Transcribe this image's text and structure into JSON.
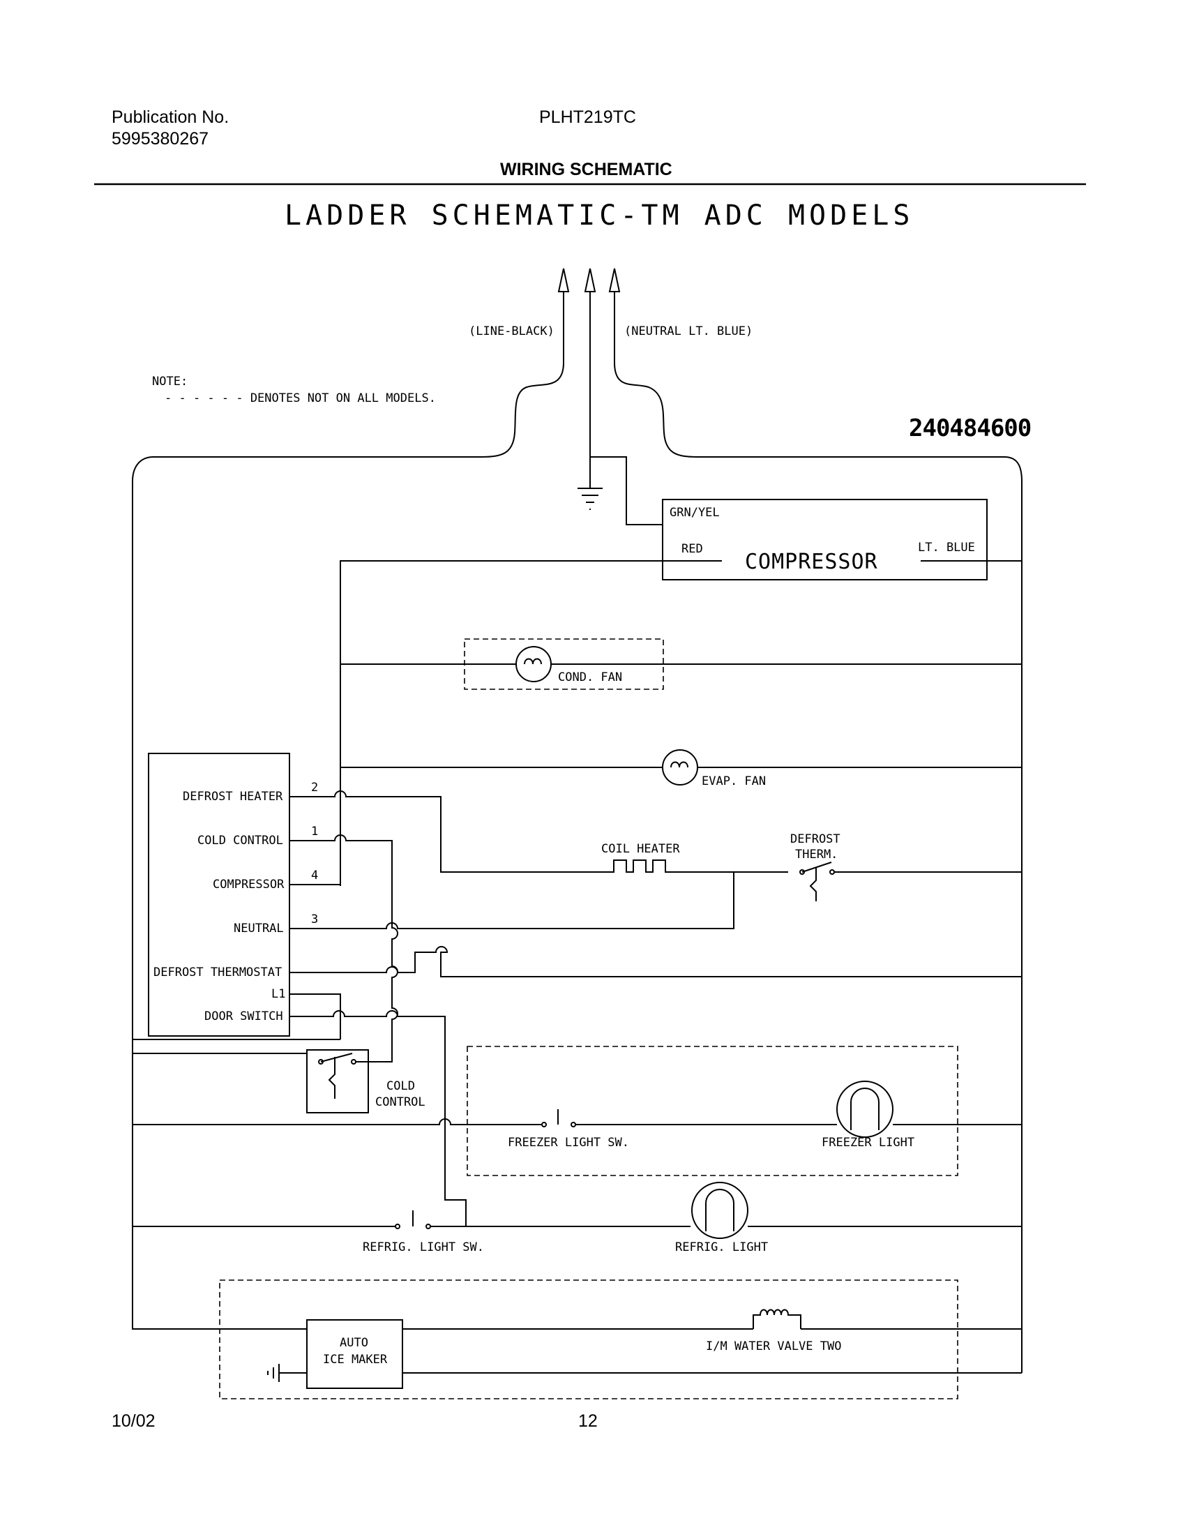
{
  "header": {
    "publication_label": "Publication No.",
    "publication_number": "5995380267",
    "model": "PLHT219TC",
    "section": "WIRING SCHEMATIC"
  },
  "diagram": {
    "title": "LADDER SCHEMATIC-TM ADC MODELS",
    "part_number": "240484600",
    "note_label": "NOTE:",
    "note_text": "- - - - - - DENOTES NOT ON ALL MODELS.",
    "line_label": "(LINE-BLACK)",
    "neutral_label": "(NEUTRAL LT. BLUE)",
    "compressor": {
      "label": "COMPRESSOR",
      "grn_yel": "GRN/YEL",
      "red": "RED",
      "lt_blue": "LT. BLUE"
    },
    "cond_fan": "COND. FAN",
    "evap_fan": "EVAP. FAN",
    "coil_heater": "COIL HEATER",
    "defrost_therm": [
      "DEFROST",
      "THERM."
    ],
    "control_terminals": [
      {
        "label": "DEFROST HEATER",
        "pin": "2"
      },
      {
        "label": "COLD CONTROL",
        "pin": "1"
      },
      {
        "label": "COMPRESSOR",
        "pin": "4"
      },
      {
        "label": "NEUTRAL",
        "pin": "3"
      },
      {
        "label": "DEFROST THERMOSTAT",
        "pin": ""
      },
      {
        "label": "L1",
        "pin": ""
      },
      {
        "label": "DOOR SWITCH",
        "pin": ""
      }
    ],
    "cold_control": [
      "COLD",
      "CONTROL"
    ],
    "freezer_light_sw": "FREEZER LIGHT SW.",
    "freezer_light": "FREEZER LIGHT",
    "refrig_light_sw": "REFRIG. LIGHT SW.",
    "refrig_light": "REFRIG. LIGHT",
    "ice_maker": [
      "AUTO",
      "ICE MAKER"
    ],
    "water_valve": "I/M WATER VALVE TWO"
  },
  "footer": {
    "date": "10/02",
    "page": "12"
  }
}
